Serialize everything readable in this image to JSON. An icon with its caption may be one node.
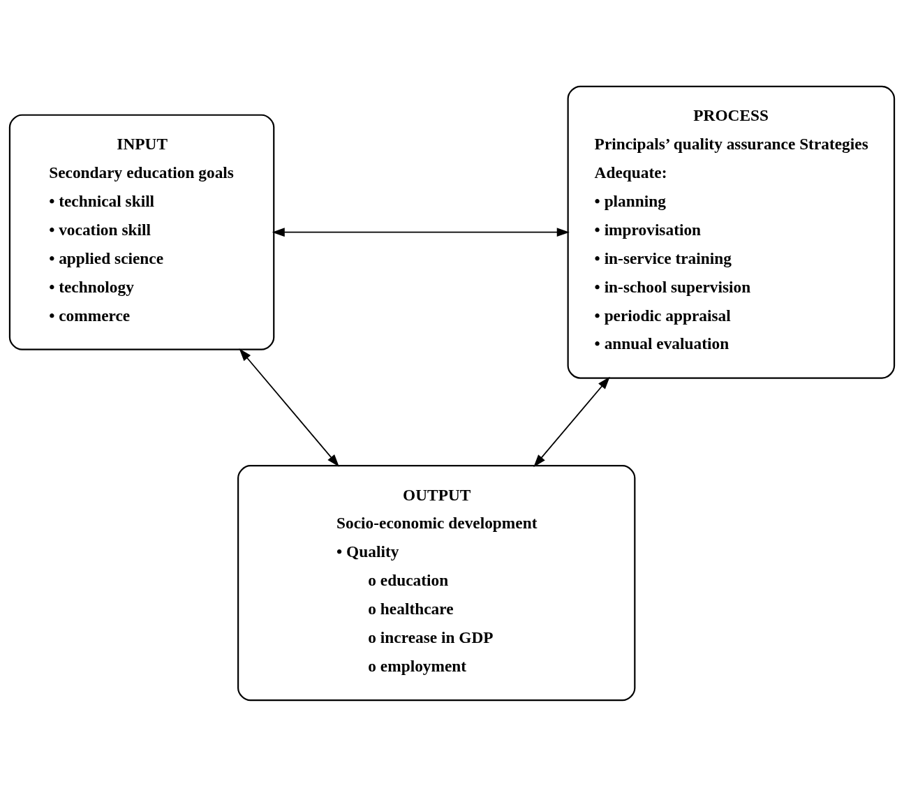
{
  "diagram": {
    "nodes": [
      {
        "text": [
          "INPUT",
          "Secondary education goals",
          "• technical skill",
          "• vocation skill",
          "• applied science",
          "• technology",
          "• commerce"
        ]
      },
      {
        "text": [
          "PROCESS",
          "Principals’ quality assurance Strategies",
          "Adequate:",
          "• planning",
          "• improvisation",
          "• in-service training",
          "• in-school supervision",
          "• periodic appraisal",
          "• annual evaluation"
        ]
      },
      {
        "text": [
          "OUTPUT",
          "Socio-economic development",
          "• Quality",
          "o education",
          "o healthcare",
          "o increase in GDP",
          "o employment"
        ]
      }
    ],
    "edges": [
      {
        "from": 0,
        "to": 1,
        "arrow": "both"
      },
      {
        "from": 0,
        "to": 2,
        "arrow": "both"
      },
      {
        "from": 1,
        "to": 2,
        "arrow": "both"
      }
    ]
  }
}
